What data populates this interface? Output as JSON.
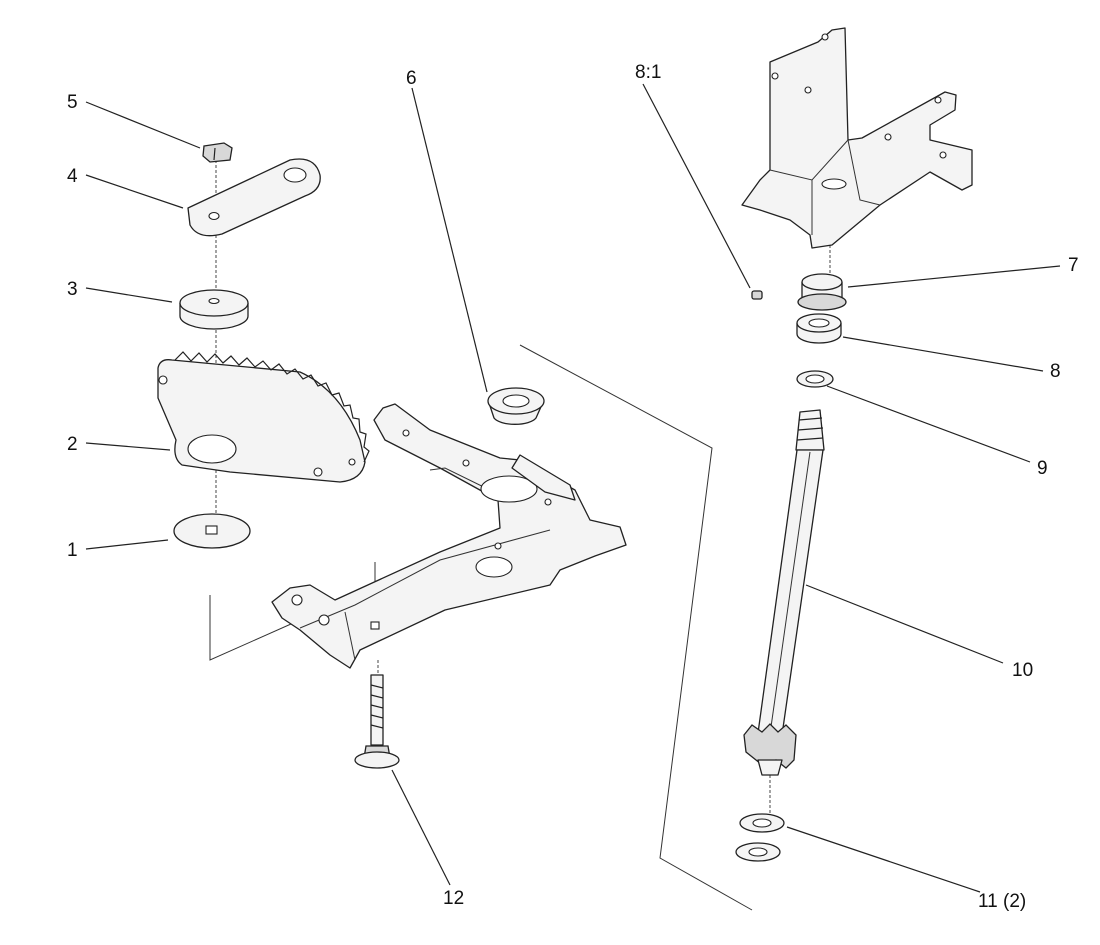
{
  "callouts": {
    "c1": "1",
    "c2": "2",
    "c3": "3",
    "c4": "4",
    "c5": "5",
    "c6": "6",
    "c7": "7",
    "c8": "8",
    "c81": "8:1",
    "c9": "9",
    "c10": "10",
    "c11": "11 (2)",
    "c12": "12"
  }
}
